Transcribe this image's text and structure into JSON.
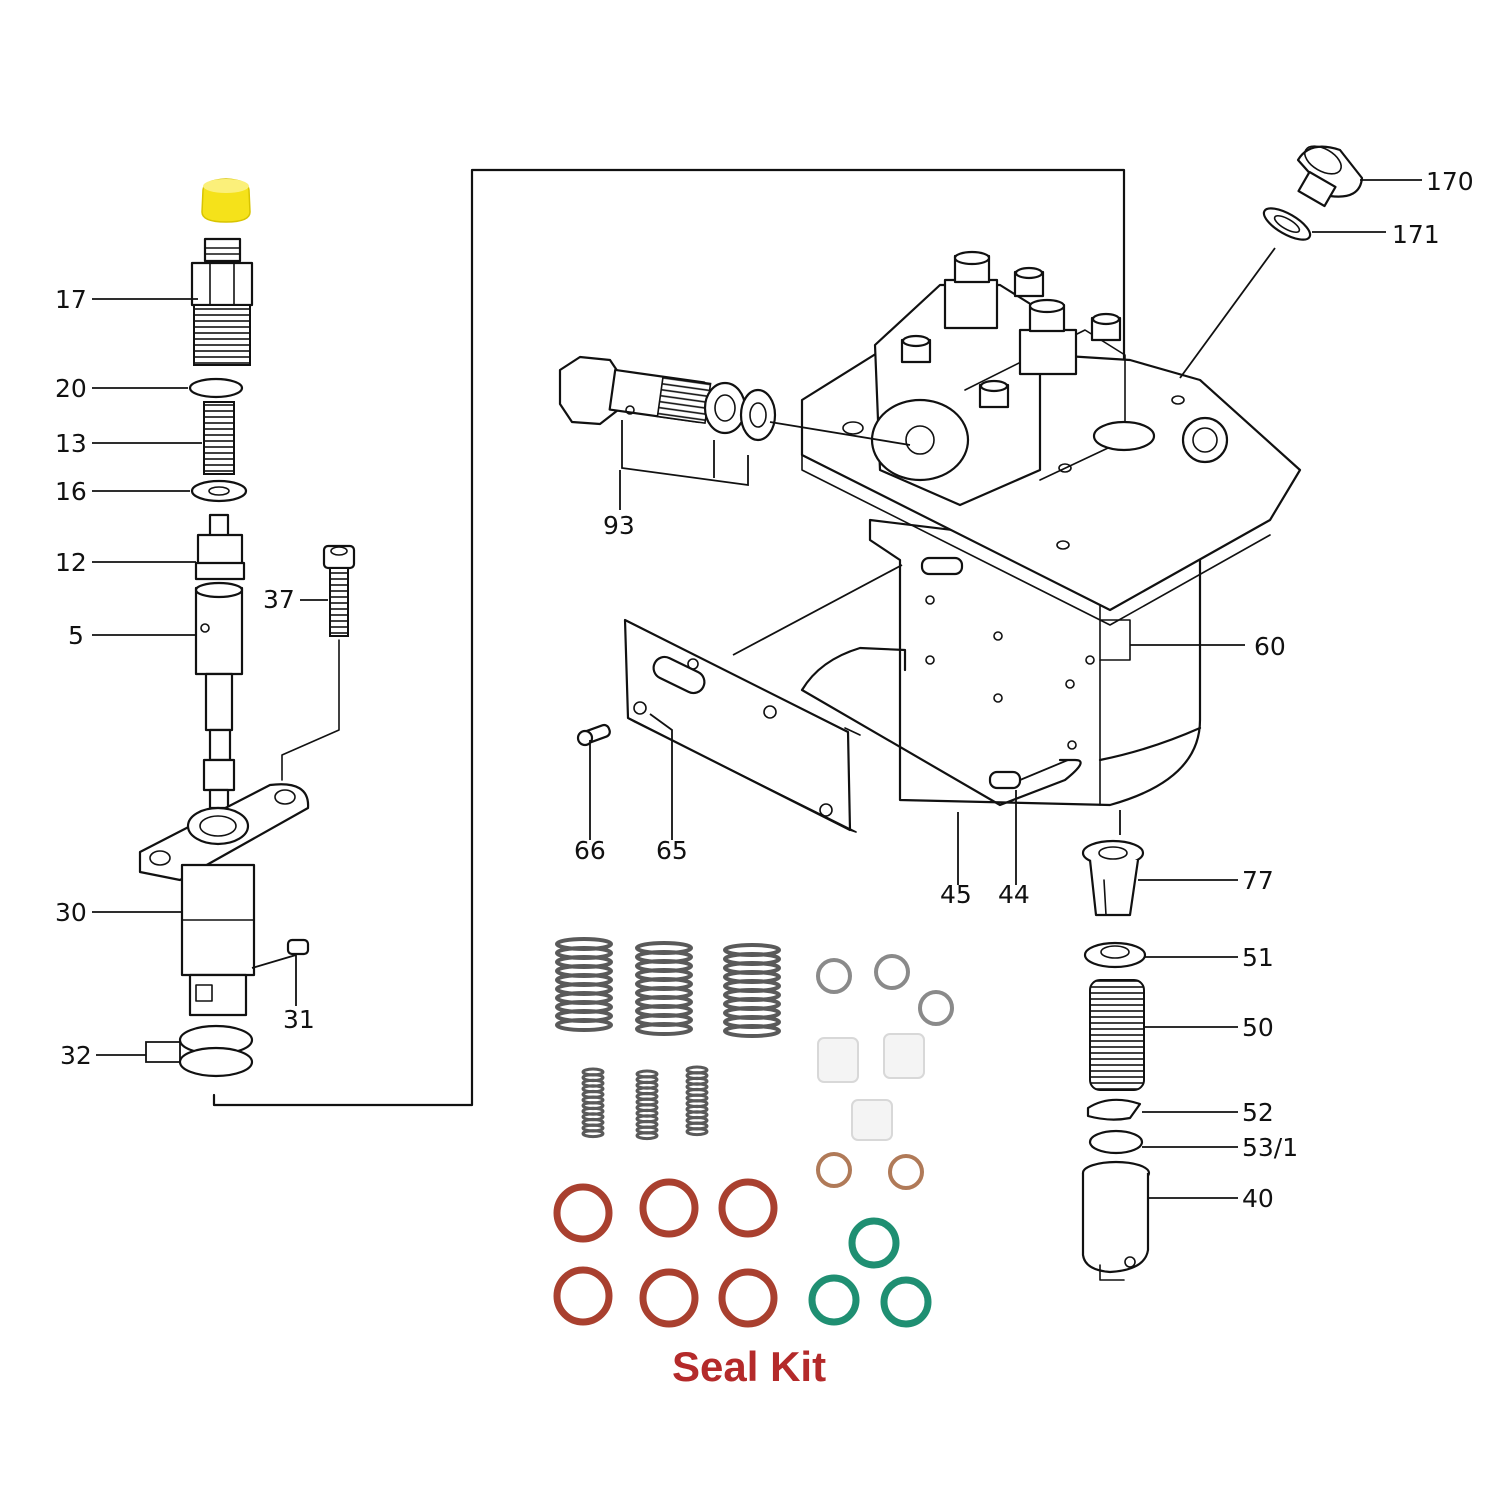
{
  "labels": {
    "l17": "17",
    "l20": "20",
    "l13": "13",
    "l16": "16",
    "l12": "12",
    "l5": "5",
    "l37": "37",
    "l30": "30",
    "l31": "31",
    "l32": "32",
    "l93": "93",
    "l60": "60",
    "l65": "65",
    "l66": "66",
    "l45": "45",
    "l44": "44",
    "l170": "170",
    "l171": "171",
    "l77": "77",
    "l51": "51",
    "l50": "50",
    "l52": "52",
    "l53": "53/1",
    "l40": "40"
  },
  "seal_kit": {
    "caption": "Seal Kit",
    "caption_color": "#b42a2a",
    "spring_color": "#5a5a5a",
    "oring_red_color": "#a9402f",
    "oring_teal_color": "#1f8f72",
    "oring_tan_color": "#b07a58",
    "oring_grey_color": "#8a8a8a"
  },
  "highlight": {
    "cap_color": "#f5e21a"
  }
}
